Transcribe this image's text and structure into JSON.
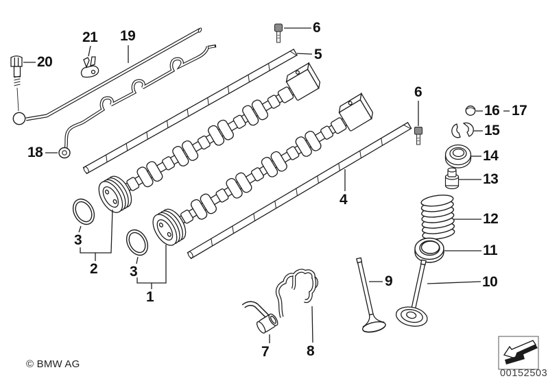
{
  "diagram": {
    "copyright": "© BMW AG",
    "image_number": "00152503"
  },
  "callouts": [
    {
      "label": "20"
    },
    {
      "label": "21"
    },
    {
      "label": "19"
    },
    {
      "label": "6"
    },
    {
      "label": "5"
    },
    {
      "label": "18"
    },
    {
      "label": "6"
    },
    {
      "label": "16"
    },
    {
      "label": "17"
    },
    {
      "label": "15"
    },
    {
      "label": "14"
    },
    {
      "label": "13"
    },
    {
      "label": "12"
    },
    {
      "label": "11"
    },
    {
      "label": "10"
    },
    {
      "label": "9"
    },
    {
      "label": "4"
    },
    {
      "label": "3"
    },
    {
      "label": "2"
    },
    {
      "label": "3"
    },
    {
      "label": "1"
    },
    {
      "label": "7"
    },
    {
      "label": "8"
    }
  ]
}
